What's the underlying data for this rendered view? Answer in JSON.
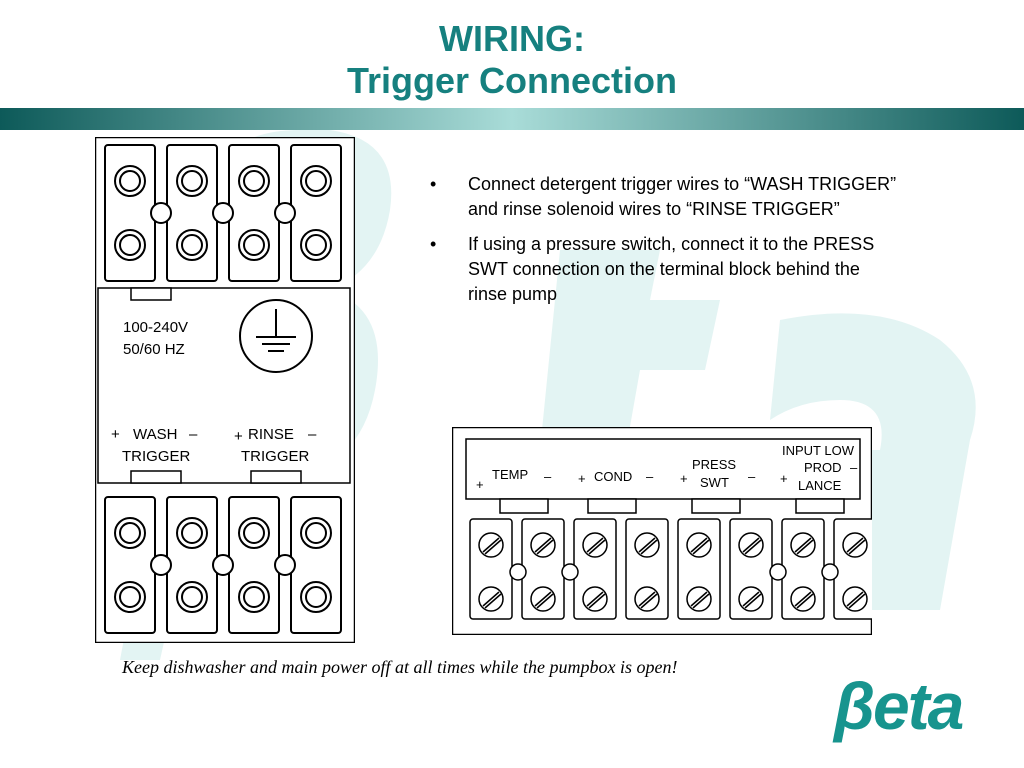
{
  "slide": {
    "title_line1": "WIRING:",
    "title_line2": "Trigger Connection"
  },
  "bullets": [
    "Connect detergent trigger wires to “WASH TRIGGER” and rinse solenoid wires to “RINSE TRIGGER”",
    "If using a pressure switch, connect it to the PRESS SWT connection on the terminal block behind the rinse pump"
  ],
  "bullet_symbol": "•",
  "left_diagram": {
    "voltage_line1": "100-240V",
    "voltage_line2": "50/60 HZ",
    "wash_label_line1": "WASH",
    "wash_label_line2": "TRIGGER",
    "rinse_label_line1": "RINSE",
    "rinse_label_line2": "TRIGGER",
    "plus": "+",
    "minus": "–",
    "ground_symbol": "ground-icon"
  },
  "right_diagram": {
    "temp_label": "TEMP",
    "cond_label": "COND",
    "press_label_line1": "PRESS",
    "press_label_line2": "SWT",
    "input_label_line1": "INPUT LOW",
    "input_label_line2": "PROD",
    "input_label_line3": "LANCE",
    "plus": "+",
    "minus": "–"
  },
  "warning": "Keep dishwasher and main power off at all times while the pumpbox is open!",
  "logo_text": "βeta",
  "colors": {
    "title": "#16807f",
    "bar_dark": "#0e5f5e",
    "bar_light": "#a9dcd8",
    "watermark": "#e2f3f2",
    "logo": "#17948e"
  }
}
